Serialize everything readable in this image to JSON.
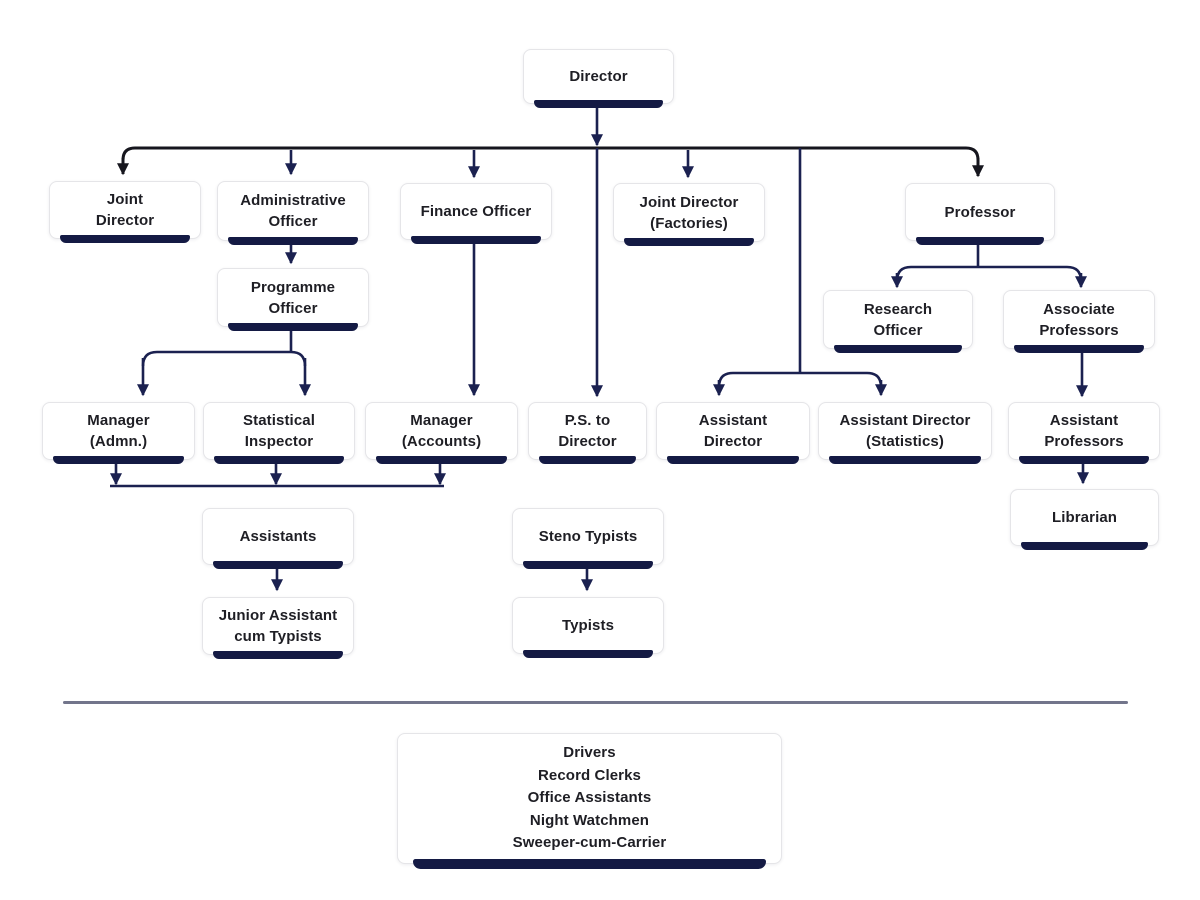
{
  "diagram": {
    "type": "organization-chart",
    "nodes": {
      "director": "Director",
      "joint_director": "Joint\nDirector",
      "administrative_officer": "Administrative\nOfficer",
      "finance_officer": "Finance Officer",
      "joint_director_factories": "Joint Director\n(Factories)",
      "professor": "Professor",
      "programme_officer": "Programme\nOfficer",
      "research_officer": "Research\nOfficer",
      "associate_professors": "Associate\nProfessors",
      "manager_admn": "Manager\n(Admn.)",
      "statistical_inspector": "Statistical\nInspector",
      "manager_accounts": "Manager\n(Accounts)",
      "ps_to_director": "P.S. to\nDirector",
      "assistant_director": "Assistant\nDirector",
      "assistant_director_statistics": "Assistant Director\n(Statistics)",
      "assistant_professors": "Assistant\nProfessors",
      "assistants": "Assistants",
      "steno_typists": "Steno Typists",
      "librarian": "Librarian",
      "junior_assistant_cum_typists": "Junior Assistant\ncum Typists",
      "typists": "Typists",
      "support_staff": "Drivers\nRecord Clerks\nOffice Assistants\nNight Watchmen\nSweeper-cum-Carrier"
    },
    "edges": [
      {
        "from": "Director",
        "to": "Joint Director"
      },
      {
        "from": "Director",
        "to": "Administrative Officer"
      },
      {
        "from": "Director",
        "to": "Finance Officer"
      },
      {
        "from": "Director",
        "to": "Joint Director (Factories)"
      },
      {
        "from": "Director",
        "to": "P.S. to Director"
      },
      {
        "from": "Director",
        "to": "Assistant Director"
      },
      {
        "from": "Director",
        "to": "Assistant Director (Statistics)"
      },
      {
        "from": "Director",
        "to": "Professor"
      },
      {
        "from": "Administrative Officer",
        "to": "Programme Officer"
      },
      {
        "from": "Programme Officer",
        "to": "Manager (Admn.)"
      },
      {
        "from": "Programme Officer",
        "to": "Statistical Inspector"
      },
      {
        "from": "Finance Officer",
        "to": "Manager (Accounts)"
      },
      {
        "type": "merge",
        "from": [
          "Manager (Admn.)",
          "Statistical Inspector",
          "Manager (Accounts)"
        ]
      },
      {
        "from": "Assistants",
        "to": "Junior Assistant cum Typists"
      },
      {
        "from": "Steno Typists",
        "to": "Typists"
      },
      {
        "from": "Professor",
        "to": "Research Officer"
      },
      {
        "from": "Professor",
        "to": "Associate Professors"
      },
      {
        "from": "Associate Professors",
        "to": "Assistant Professors"
      },
      {
        "from": "Assistant Professors",
        "to": "Librarian"
      }
    ],
    "colors": {
      "connector_navy": "#1b2150",
      "connector_dark": "#16161e",
      "node_shadow": "#141a44",
      "node_border": "#e5e5e8",
      "divider": "#72758b",
      "text": "#1e1e24"
    }
  }
}
